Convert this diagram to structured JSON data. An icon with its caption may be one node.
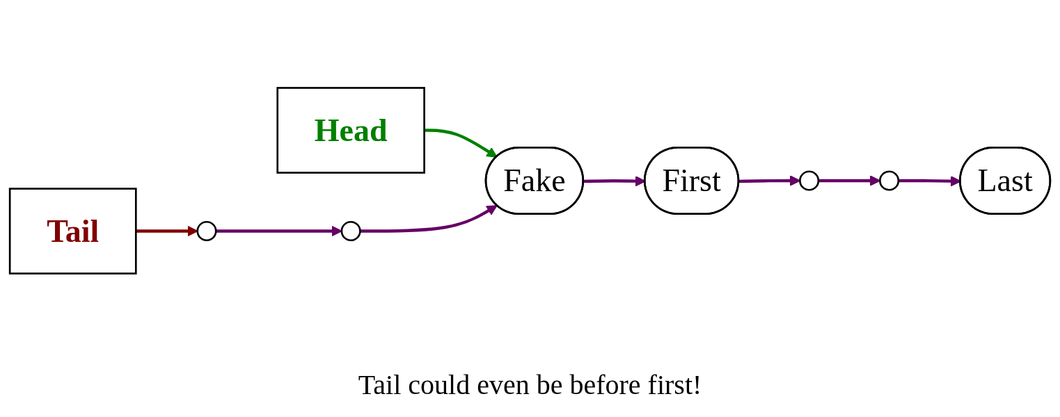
{
  "diagram": {
    "nodes": [
      {
        "text": [
          "Head"
        ]
      },
      {
        "text": [],
        "shape": "circle"
      },
      {
        "text": [],
        "shape": "circle"
      },
      {
        "text": [
          "Fake"
        ]
      },
      {
        "text": [
          "First"
        ]
      },
      {
        "text": [],
        "shape": "circle"
      },
      {
        "text": [],
        "shape": "circle"
      },
      {
        "text": [
          "Last"
        ]
      },
      {
        "text": [
          "Tail"
        ]
      }
    ],
    "edges": [
      {
        "from": 0,
        "to": 3,
        "arrow": "to",
        "color": "#008000"
      },
      {
        "from": 1,
        "to": 2,
        "arrow": "to"
      },
      {
        "from": 2,
        "to": 3,
        "arrow": "to"
      },
      {
        "from": 3,
        "to": 4,
        "arrow": "to"
      },
      {
        "from": 4,
        "to": 5,
        "arrow": "to"
      },
      {
        "from": 5,
        "to": 6,
        "arrow": "to"
      },
      {
        "from": 6,
        "to": 7,
        "arrow": "to"
      },
      {
        "from": 8,
        "to": 1,
        "arrow": "to",
        "color": "#800000"
      }
    ],
    "labels": [
      "Tail could even be before first!"
    ]
  }
}
